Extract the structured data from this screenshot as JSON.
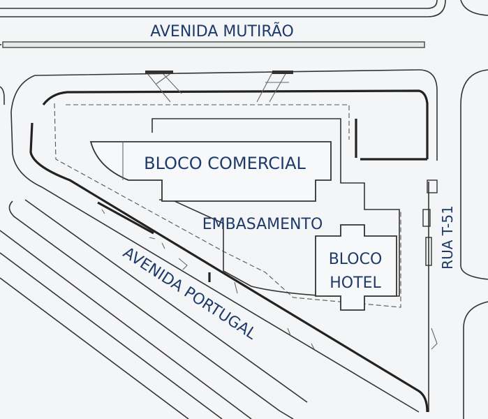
{
  "streets": {
    "top": "AVENIDA MUTIRÃO",
    "diagonal": "AVENIDA PORTUGAL",
    "right": "RUA T-51"
  },
  "buildings": {
    "commercial": "BLOCO COMERCIAL",
    "base": "EMBASAMENTO",
    "hotel_line1": "BLOCO",
    "hotel_line2": "HOTEL"
  },
  "colors": {
    "label": "#1e3a6b",
    "road_fill": "#e8ecee",
    "background": "#f4f5f6"
  }
}
